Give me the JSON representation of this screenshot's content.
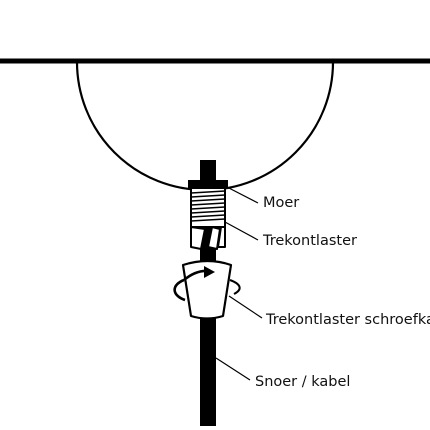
{
  "labels": {
    "nut": "Moer",
    "strain_relief": "Trekontlaster",
    "strain_relief_cap": "Trekontlaster schroefkap",
    "cord": "Snoer / kabel"
  },
  "colors": {
    "line": "#000000",
    "fill": "#ffffff",
    "text": "#111111"
  }
}
